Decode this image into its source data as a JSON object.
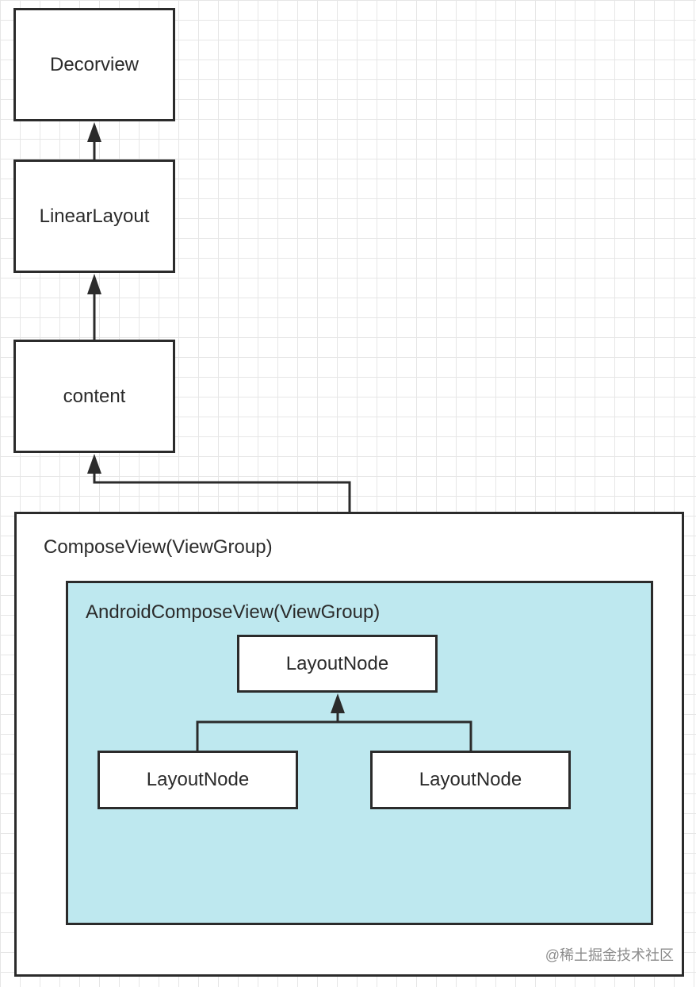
{
  "nodes": {
    "decorview": "Decorview",
    "linear_layout": "LinearLayout",
    "content": "content",
    "layout_node_root": "LayoutNode",
    "layout_node_left": "LayoutNode",
    "layout_node_right": "LayoutNode"
  },
  "containers": {
    "compose_view": "ComposeView(ViewGroup)",
    "android_compose_view": "AndroidComposeView(ViewGroup)"
  },
  "watermark": "@稀土掘金技术社区",
  "colors": {
    "stroke": "#2b2b2b",
    "inner_container_fill": "#bee8ef",
    "grid": "#e6e6e6"
  }
}
